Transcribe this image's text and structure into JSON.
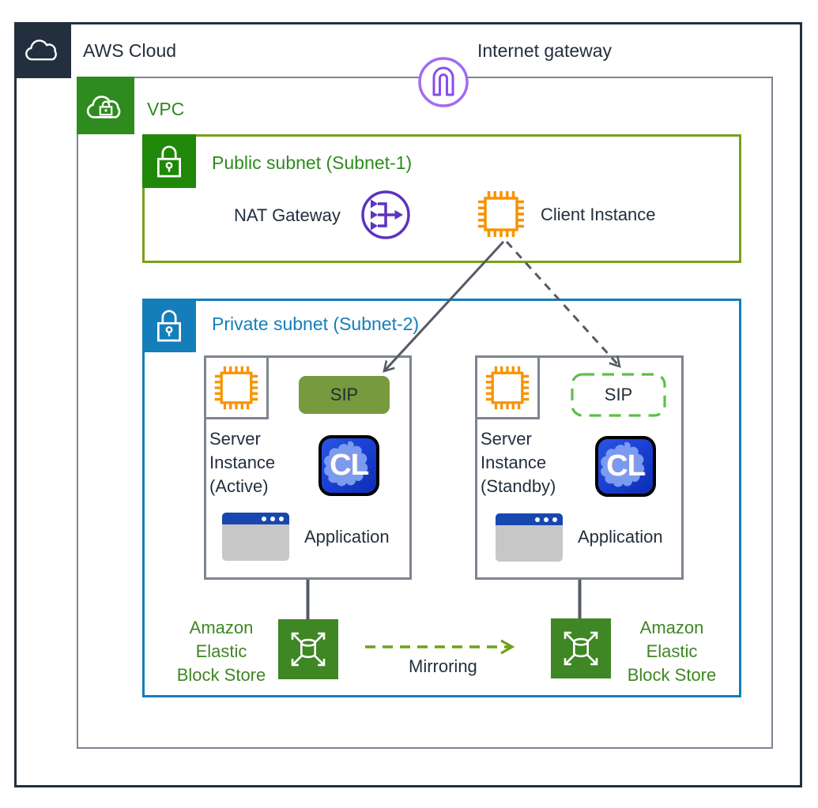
{
  "labels": {
    "aws_cloud": "AWS Cloud",
    "internet_gateway": "Internet gateway",
    "vpc": "VPC",
    "public_subnet": "Public subnet (Subnet-1)",
    "private_subnet": "Private subnet (Subnet-2)",
    "nat_gateway": "NAT Gateway",
    "client_instance": "Client Instance",
    "mirroring": "Mirroring"
  },
  "servers": {
    "active": {
      "line1": "Server",
      "line2": "Instance",
      "line3": "(Active)",
      "sip": "SIP",
      "logo": "CL",
      "application": "Application"
    },
    "standby": {
      "line1": "Server",
      "line2": "Instance",
      "line3": "(Standby)",
      "sip": "SIP",
      "logo": "CL",
      "application": "Application"
    }
  },
  "ebs": {
    "line1": "Amazon",
    "line2": "Elastic",
    "line3": "Block Store"
  },
  "colors": {
    "aws_dark": "#232F3E",
    "vpc_green": "#2E8B1E",
    "public_subnet_border": "#7AA116",
    "public_icon_green": "#1F8808",
    "private_blue": "#147EBA",
    "compute_orange": "#F79400",
    "igw_purple_light": "#A36BF2",
    "nat_purple_dark": "#5B34BF",
    "ebs_green": "#3F8624",
    "sip_olive": "#779A3F",
    "sip_dashed_green": "#5CBE49",
    "connector_gray": "#545B64",
    "box_gray": "#7D8590",
    "app_titlebar_blue": "#1847B0",
    "cl_blue": "#1B41D6"
  }
}
